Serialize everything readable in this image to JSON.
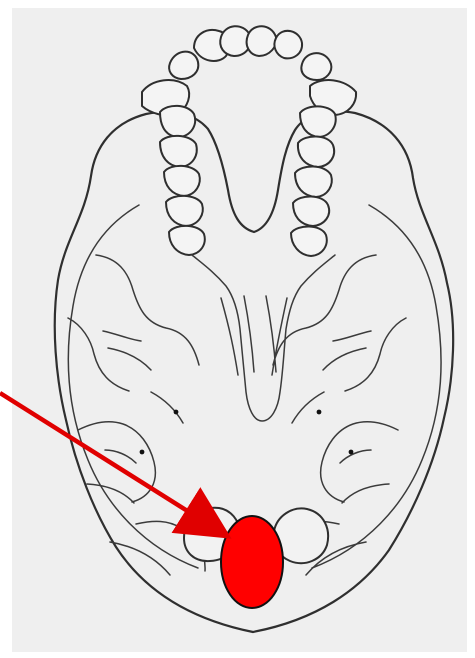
{
  "figure": {
    "background_color": "#efefef",
    "illustration": "inferior-view-skull",
    "highlight": {
      "shape": "ellipse",
      "color": "#ff0000",
      "meaning": "foramen-magnum-highlight"
    },
    "pointer": {
      "shape": "arrow",
      "color": "#e00000"
    }
  }
}
